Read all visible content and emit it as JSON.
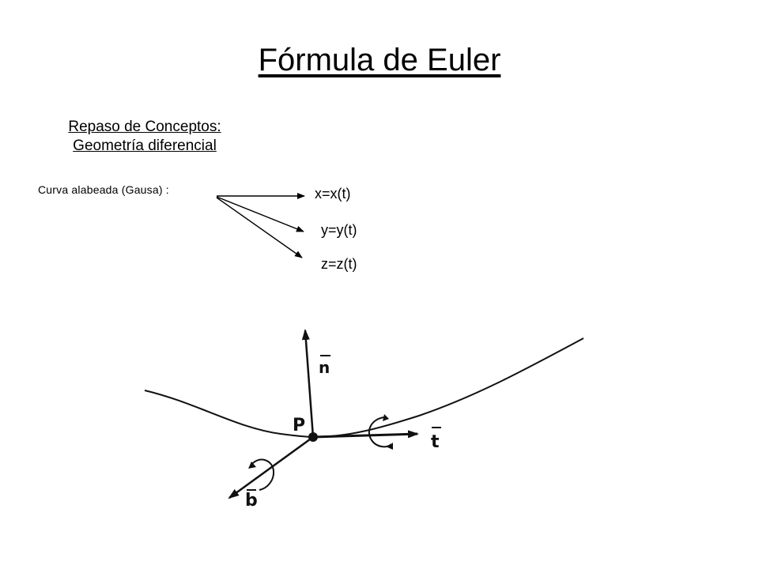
{
  "title": "Fórmula de Euler",
  "subtitle": {
    "line1": "Repaso de Conceptos:",
    "line2": "Geometría diferencial"
  },
  "curve_label": "Curva alabeada (Gausa) :",
  "equations": [
    "x=x(t)",
    "y=y(t)",
    "z=z(t)"
  ],
  "figure": {
    "point_label": "P",
    "normal_label": "n",
    "tangent_label": "t",
    "binormal_label": "b"
  }
}
